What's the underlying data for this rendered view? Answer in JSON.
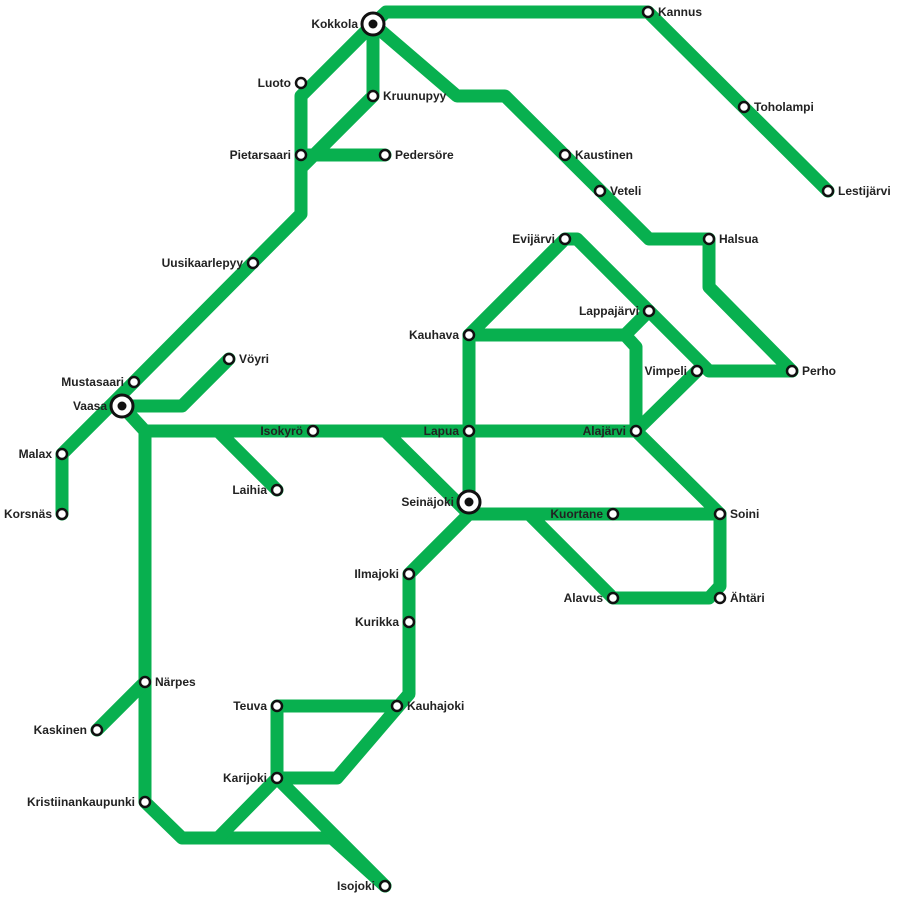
{
  "colors": {
    "line": "#08b04f",
    "station_fill": "#ffffff",
    "station_stroke": "#111111",
    "label": "#222222",
    "background": "#ffffff"
  },
  "stations": {
    "kokkola": "Kokkola",
    "kannus": "Kannus",
    "toholampi": "Toholampi",
    "lestijarvi": "Lestijärvi",
    "luoto": "Luoto",
    "kruunupyy": "Kruunupyy",
    "pietarsaari": "Pietarsaari",
    "pedersore": "Pedersöre",
    "kaustinen": "Kaustinen",
    "veteli": "Veteli",
    "halsua": "Halsua",
    "perho": "Perho",
    "uusikaarlepyy": "Uusikaarlepyy",
    "evijarvi": "Evijärvi",
    "lappajarvi": "Lappajärvi",
    "kauhava": "Kauhava",
    "vimpeli": "Vimpeli",
    "voyri": "Vöyri",
    "mustasaari": "Mustasaari",
    "vaasa": "Vaasa",
    "malax": "Malax",
    "korsnas": "Korsnäs",
    "isokyro": "Isokyrö",
    "lapua": "Lapua",
    "alajarvi": "Alajärvi",
    "laihia": "Laihia",
    "seinajoki": "Seinäjoki",
    "kuortane": "Kuortane",
    "soini": "Soini",
    "ilmajoki": "Ilmajoki",
    "alavus": "Alavus",
    "ahtari": "Ähtäri",
    "kurikka": "Kurikka",
    "narpes": "Närpes",
    "kaskinen": "Kaskinen",
    "teuva": "Teuva",
    "kauhajoki": "Kauhajoki",
    "karijoki": "Karijoki",
    "kristiinankaupunki": "Kristiinankaupunki",
    "isojoki": "Isojoki"
  },
  "hubs": [
    "kokkola",
    "vaasa",
    "seinajoki"
  ]
}
